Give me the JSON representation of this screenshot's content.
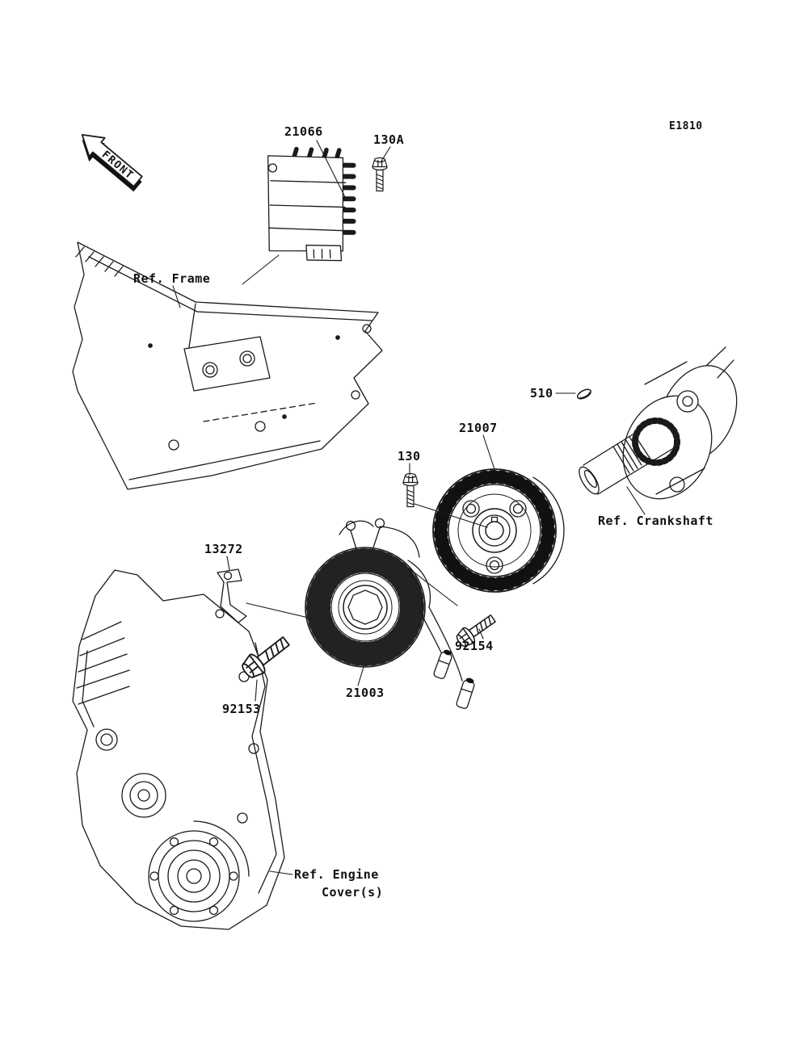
{
  "colors": {
    "background": "#ffffff",
    "ink": "#1a1a1a"
  },
  "diagram": {
    "drawing_code": "E1810",
    "front_marker": "FRONT",
    "labels": {
      "p21066": "21066",
      "p130a": "130A",
      "ref_frame": "Ref. Frame",
      "p510": "510",
      "p21007": "21007",
      "p130": "130",
      "ref_crankshaft": "Ref. Crankshaft",
      "p13272": "13272",
      "p92154": "92154",
      "p92153": "92153",
      "p21003": "21003",
      "ref_engine_1": "Ref. Engine",
      "ref_engine_2": "Cover(s)"
    }
  }
}
